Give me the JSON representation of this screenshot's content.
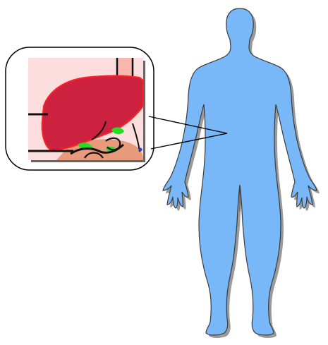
{
  "colors": {
    "body_fill": "#78b8f8",
    "body_outline": "#3a3a3a",
    "body_shadow": "#888888",
    "callout_bg": "#ffffff",
    "callout_border": "#000000",
    "inset_background": "#fbdedd",
    "organ_fill": "#cc2240",
    "organ_outline": "#ff2222",
    "duct_color": "#111111",
    "gallbladder_green": "#22dd22",
    "pancreas_color": "#e89a7a",
    "vessel_pink": "#f8b8b0",
    "connector_line": "#000000"
  },
  "diagram": {
    "figure_icon": "human-body-silhouette",
    "callout_icon": "magnified-liver-inset",
    "pointer_icon": "callout-connector-lines"
  }
}
